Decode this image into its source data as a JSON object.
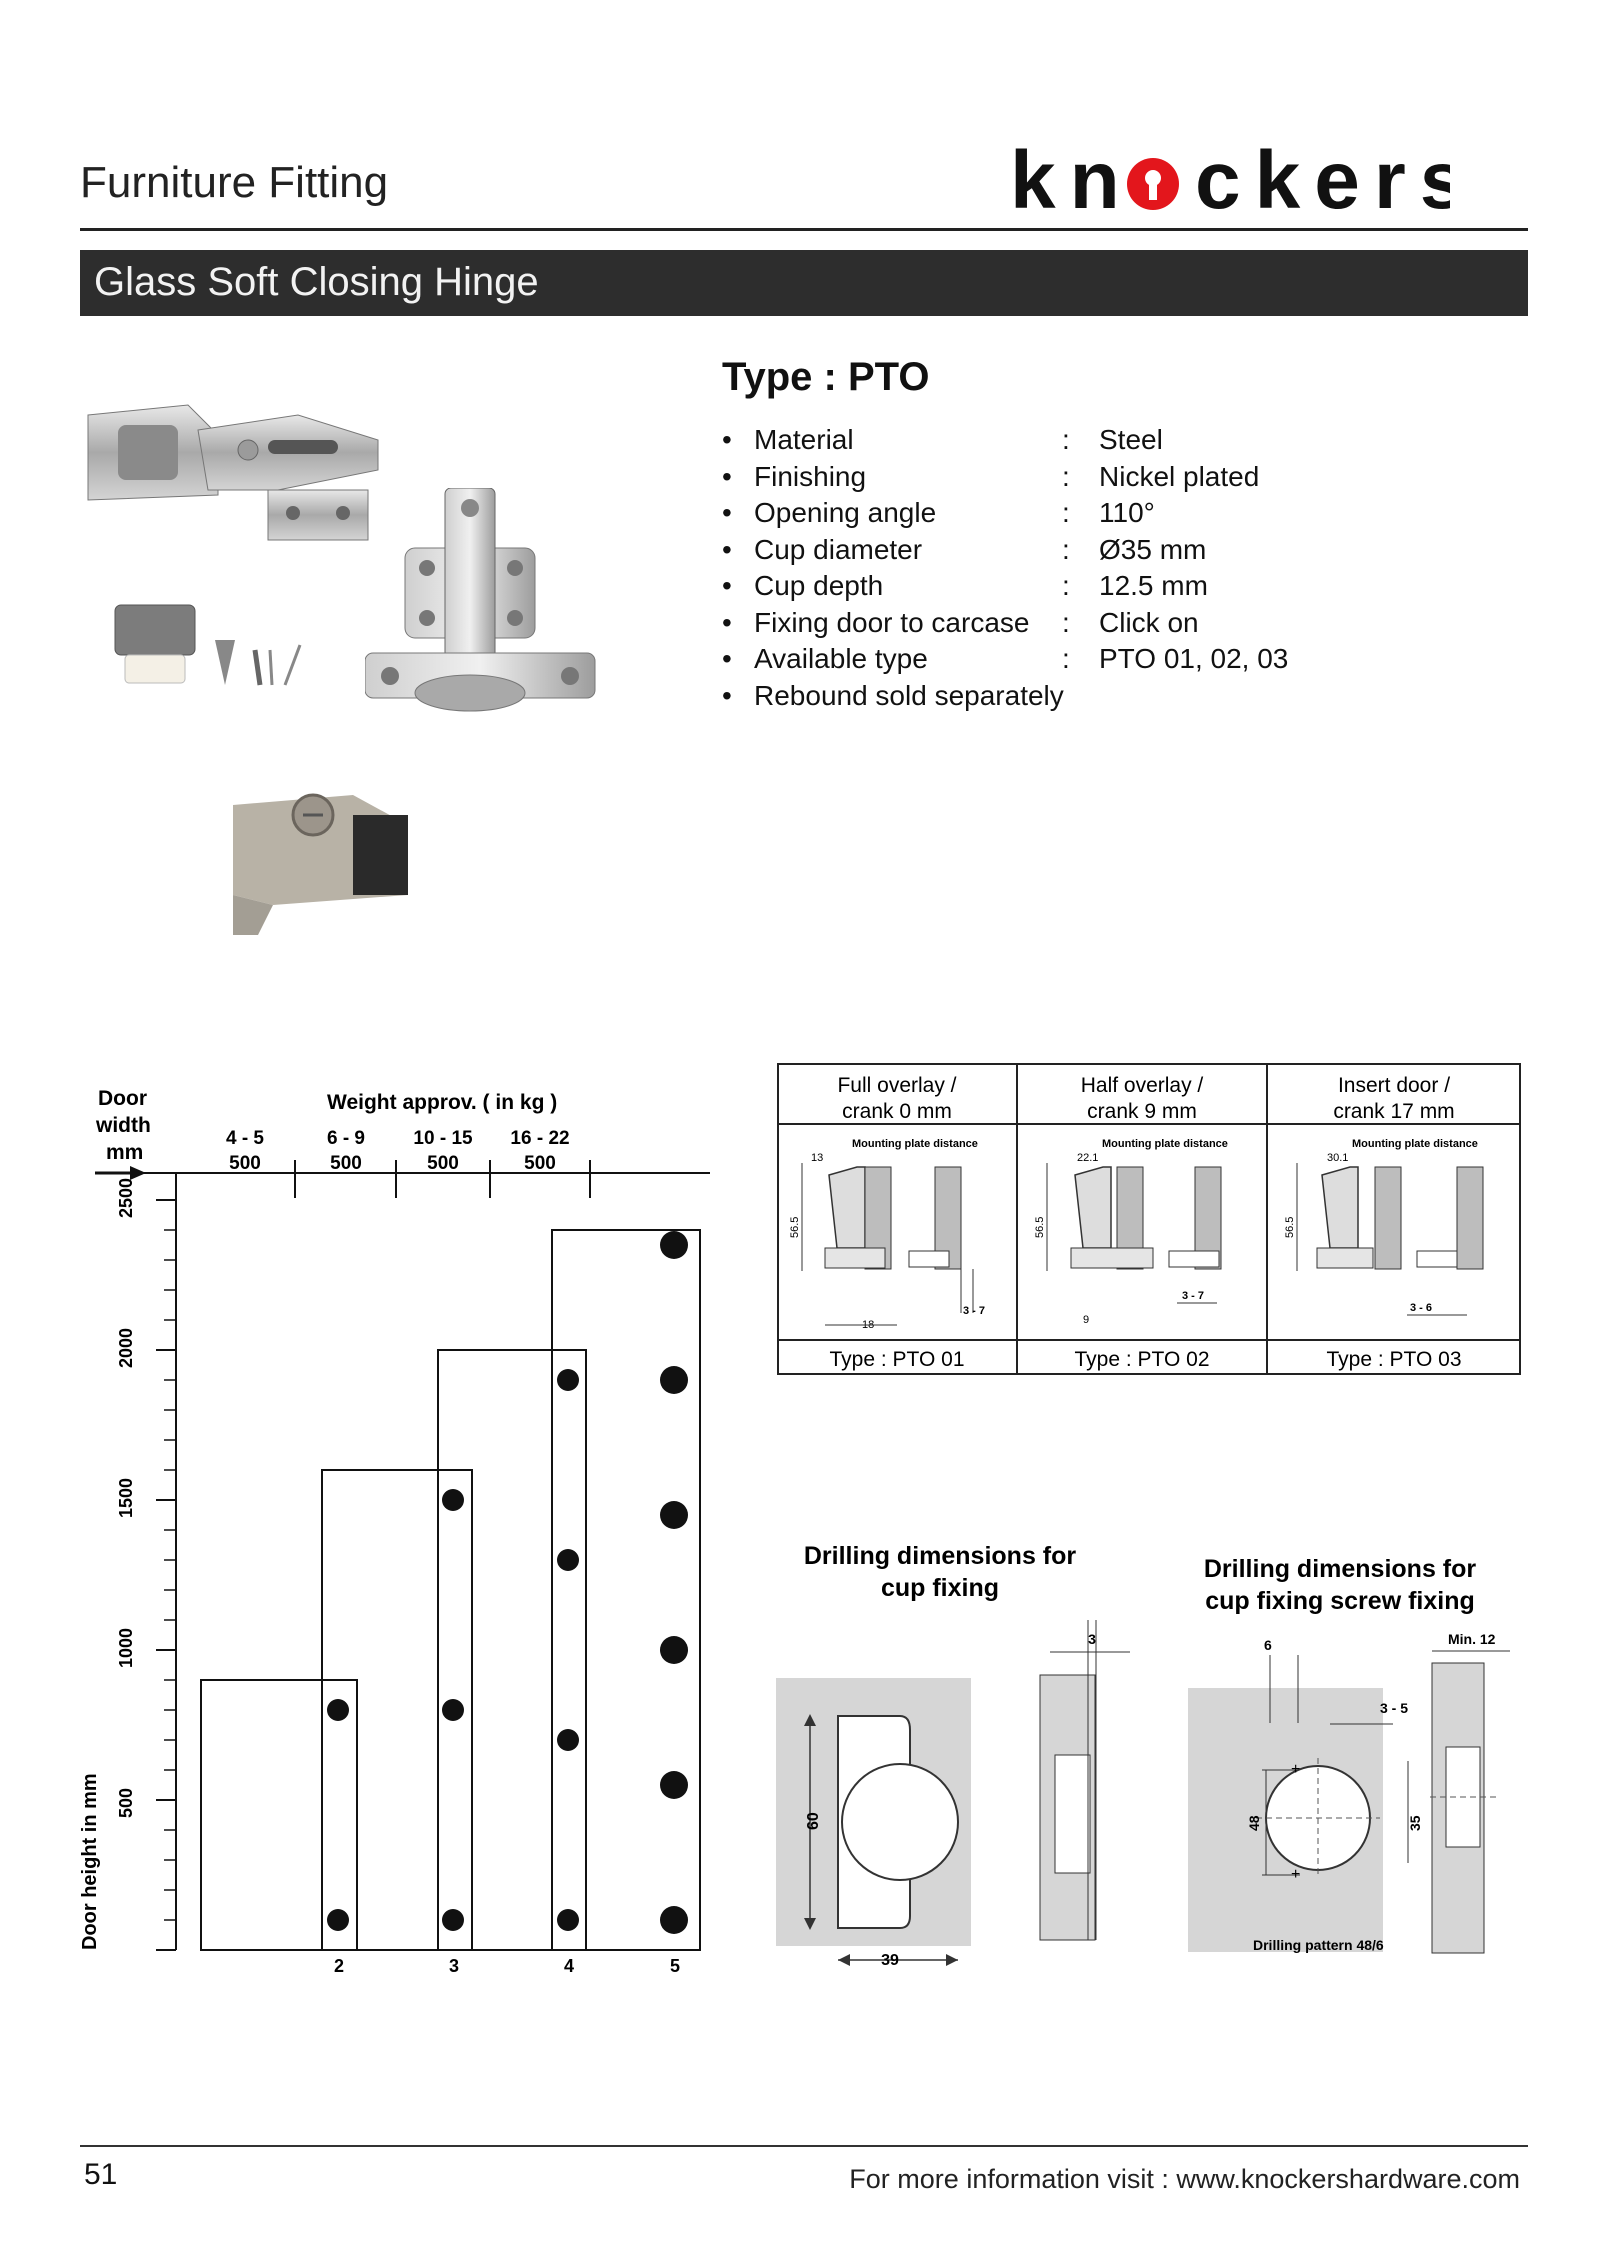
{
  "header": {
    "section_title": "Furniture Fitting",
    "brand": {
      "before": "kn",
      "after": "ckers",
      "keyhole_color": "#e3161c"
    }
  },
  "banner": {
    "title": "Glass Soft Closing Hinge"
  },
  "product": {
    "type_title": "Type : PTO",
    "specs": [
      {
        "label": "Material",
        "value": "Steel"
      },
      {
        "label": "Finishing",
        "value": "Nickel plated"
      },
      {
        "label": "Opening angle",
        "value": "110°"
      },
      {
        "label": "Cup diameter",
        "value": "Ø35 mm"
      },
      {
        "label": "Cup depth",
        "value": "12.5 mm"
      },
      {
        "label": "Fixing door to carcase",
        "value": "Click on"
      },
      {
        "label": "Available type",
        "value": "PTO 01, 02, 03"
      },
      {
        "label": "Rebound sold separately",
        "value": ""
      }
    ]
  },
  "weight_chart": {
    "corner_label": [
      "Door",
      "width",
      "mm"
    ],
    "header": "Weight approv. ( in kg )",
    "columns": [
      {
        "range": "4 - 5",
        "width": "500"
      },
      {
        "range": "6 - 9",
        "width": "500"
      },
      {
        "range": "10 - 15",
        "width": "500"
      },
      {
        "range": "16 - 22",
        "width": "500"
      }
    ],
    "y_title": "Door height in mm",
    "y_ticks": [
      "500",
      "1000",
      "1500",
      "2000",
      "2500"
    ],
    "x_labels": [
      "2",
      "3",
      "4",
      "5"
    ]
  },
  "chart_data": {
    "type": "scatter",
    "xlabel": "",
    "ylabel": "Door height in mm",
    "ylim": [
      0,
      2500
    ],
    "ticks_y": [
      500,
      1000,
      1500,
      2000,
      2500
    ],
    "categories": [
      "2",
      "3",
      "4",
      "5"
    ],
    "weight_ranges_kg": [
      "4 - 5",
      "6 - 9",
      "10 - 15",
      "16 - 22"
    ],
    "door_width_mm": [
      500,
      500,
      500,
      500
    ],
    "max_door_height_mm": [
      900,
      1600,
      2000,
      2400
    ],
    "hinge_positions_mm": [
      [
        100,
        800
      ],
      [
        100,
        800,
        1500
      ],
      [
        100,
        700,
        1300,
        1900
      ],
      [
        100,
        550,
        1000,
        1450,
        1900,
        2350
      ]
    ]
  },
  "hinge_types": {
    "columns": [
      {
        "title": [
          "Full overlay /",
          "crank 0 mm"
        ],
        "type_label": "Type : PTO 01",
        "dim_top": "13",
        "dim_bottom": "18",
        "gap": "3 - 7"
      },
      {
        "title": [
          "Half overlay /",
          "crank 9 mm"
        ],
        "type_label": "Type : PTO 02",
        "dim_top": "22.1",
        "dim_bottom": "9",
        "gap": "3 - 7"
      },
      {
        "title": [
          "Insert door /",
          "crank 17 mm"
        ],
        "type_label": "Type : PTO 03",
        "dim_top": "30.1",
        "dim_bottom": "",
        "gap": "3 - 6"
      }
    ],
    "mounting_label": "Mounting plate distance",
    "height_label": "56.5"
  },
  "drilling": {
    "cup_fixing": {
      "title": [
        "Drilling dimensions for",
        "cup fixing"
      ],
      "height": "60",
      "width": "39",
      "depth": "3"
    },
    "screw_fixing": {
      "title": [
        "Drilling dimensions for",
        "cup fixing screw fixing"
      ],
      "offset": "6",
      "min_label": "Min. 12",
      "range": "3 - 5",
      "height_left": "48",
      "height_right": "35",
      "pattern": "Drilling pattern 48/6"
    }
  },
  "footer": {
    "page_number": "51",
    "info": "For more information visit : www.knockershardware.com"
  }
}
